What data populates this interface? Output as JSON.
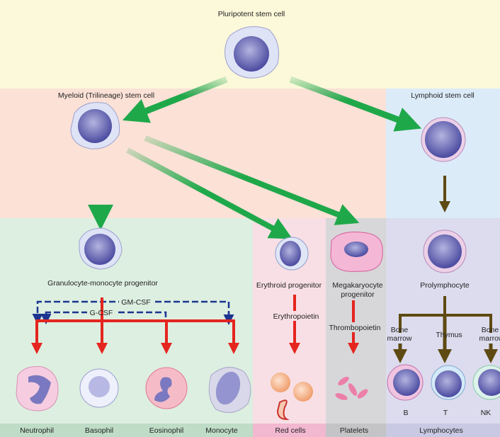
{
  "title": "Pluripotent stem cell",
  "myeloid": "Myeloid (Trilineage) stem cell",
  "lymphoid": "Lymphoid stem cell",
  "gm_progenitor": "Granulocyte-monocyte progenitor",
  "erythroid_progenitor": "Erythroid progenitor",
  "megakaryocyte_progenitor": [
    "Megakaryocyte",
    "progenitor"
  ],
  "prolymphocyte": "Prolymphocyte",
  "factors": {
    "gm_csf": "GM-CSF",
    "g_csf": "G-CSF",
    "erythropoietin": "Erythropoietin",
    "thrombopoietin": "Thrombopoietin"
  },
  "sites": {
    "bone_marrow_b": [
      "Bone",
      "marrow"
    ],
    "thymus": "Thymus",
    "bone_marrow_nk": [
      "Bone",
      "marrow"
    ]
  },
  "lymph_types": [
    "B",
    "T",
    "NK"
  ],
  "bottom_labels": {
    "neutrophil": "Neutrophil",
    "basophil": "Basophil",
    "eosinophil": "Eosinophil",
    "monocyte": "Monocyte",
    "red_cells": "Red cells",
    "platelets": "Platelets",
    "lymphocytes": "Lymphocytes"
  },
  "colors": {
    "green_arrow": "#1fa84a",
    "red_arrow": "#e5251f",
    "brown_arrow": "#5e4a12",
    "blue_dashed": "#1b3591"
  }
}
